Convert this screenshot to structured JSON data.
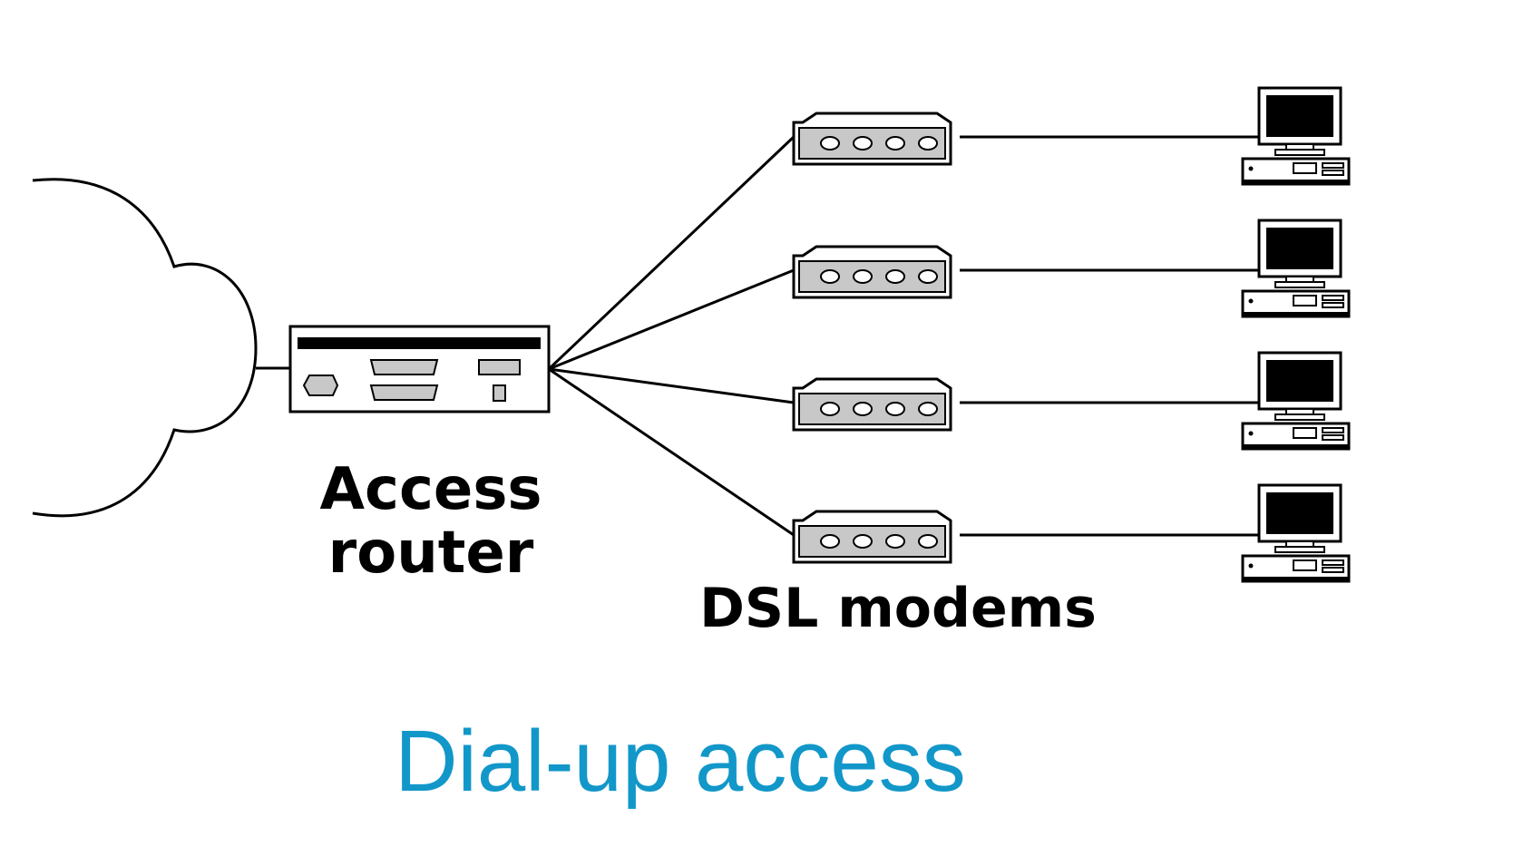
{
  "labels": {
    "router": [
      "Access",
      "router"
    ],
    "modems": "DSL modems",
    "title": "Dial-up access"
  },
  "modems": [
    {
      "name": "dsl-modem-1"
    },
    {
      "name": "dsl-modem-2"
    },
    {
      "name": "dsl-modem-3"
    },
    {
      "name": "dsl-modem-4"
    }
  ],
  "computers": [
    {
      "name": "computer-1"
    },
    {
      "name": "computer-2"
    },
    {
      "name": "computer-3"
    },
    {
      "name": "computer-4"
    }
  ],
  "colors": {
    "title": "#1297c9",
    "stroke": "#000000",
    "device_fill": "#c8c8c8"
  },
  "icons": {
    "network": "cloud-icon",
    "router": "access-router-icon",
    "modem": "dsl-modem-icon",
    "computer": "desktop-computer-icon"
  }
}
